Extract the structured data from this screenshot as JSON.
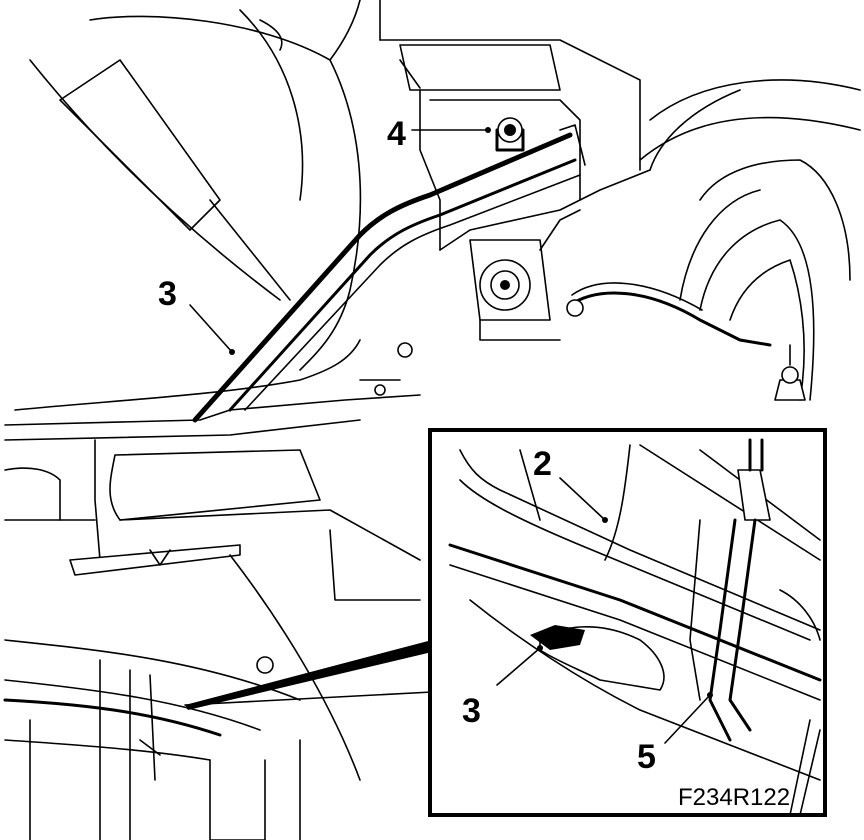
{
  "callouts": {
    "main_3": "3",
    "main_4": "4",
    "inset_2": "2",
    "inset_3": "3",
    "inset_5": "5"
  },
  "figure_ref": "F234R122",
  "colors": {
    "line": "#000000",
    "background": "#ffffff"
  }
}
